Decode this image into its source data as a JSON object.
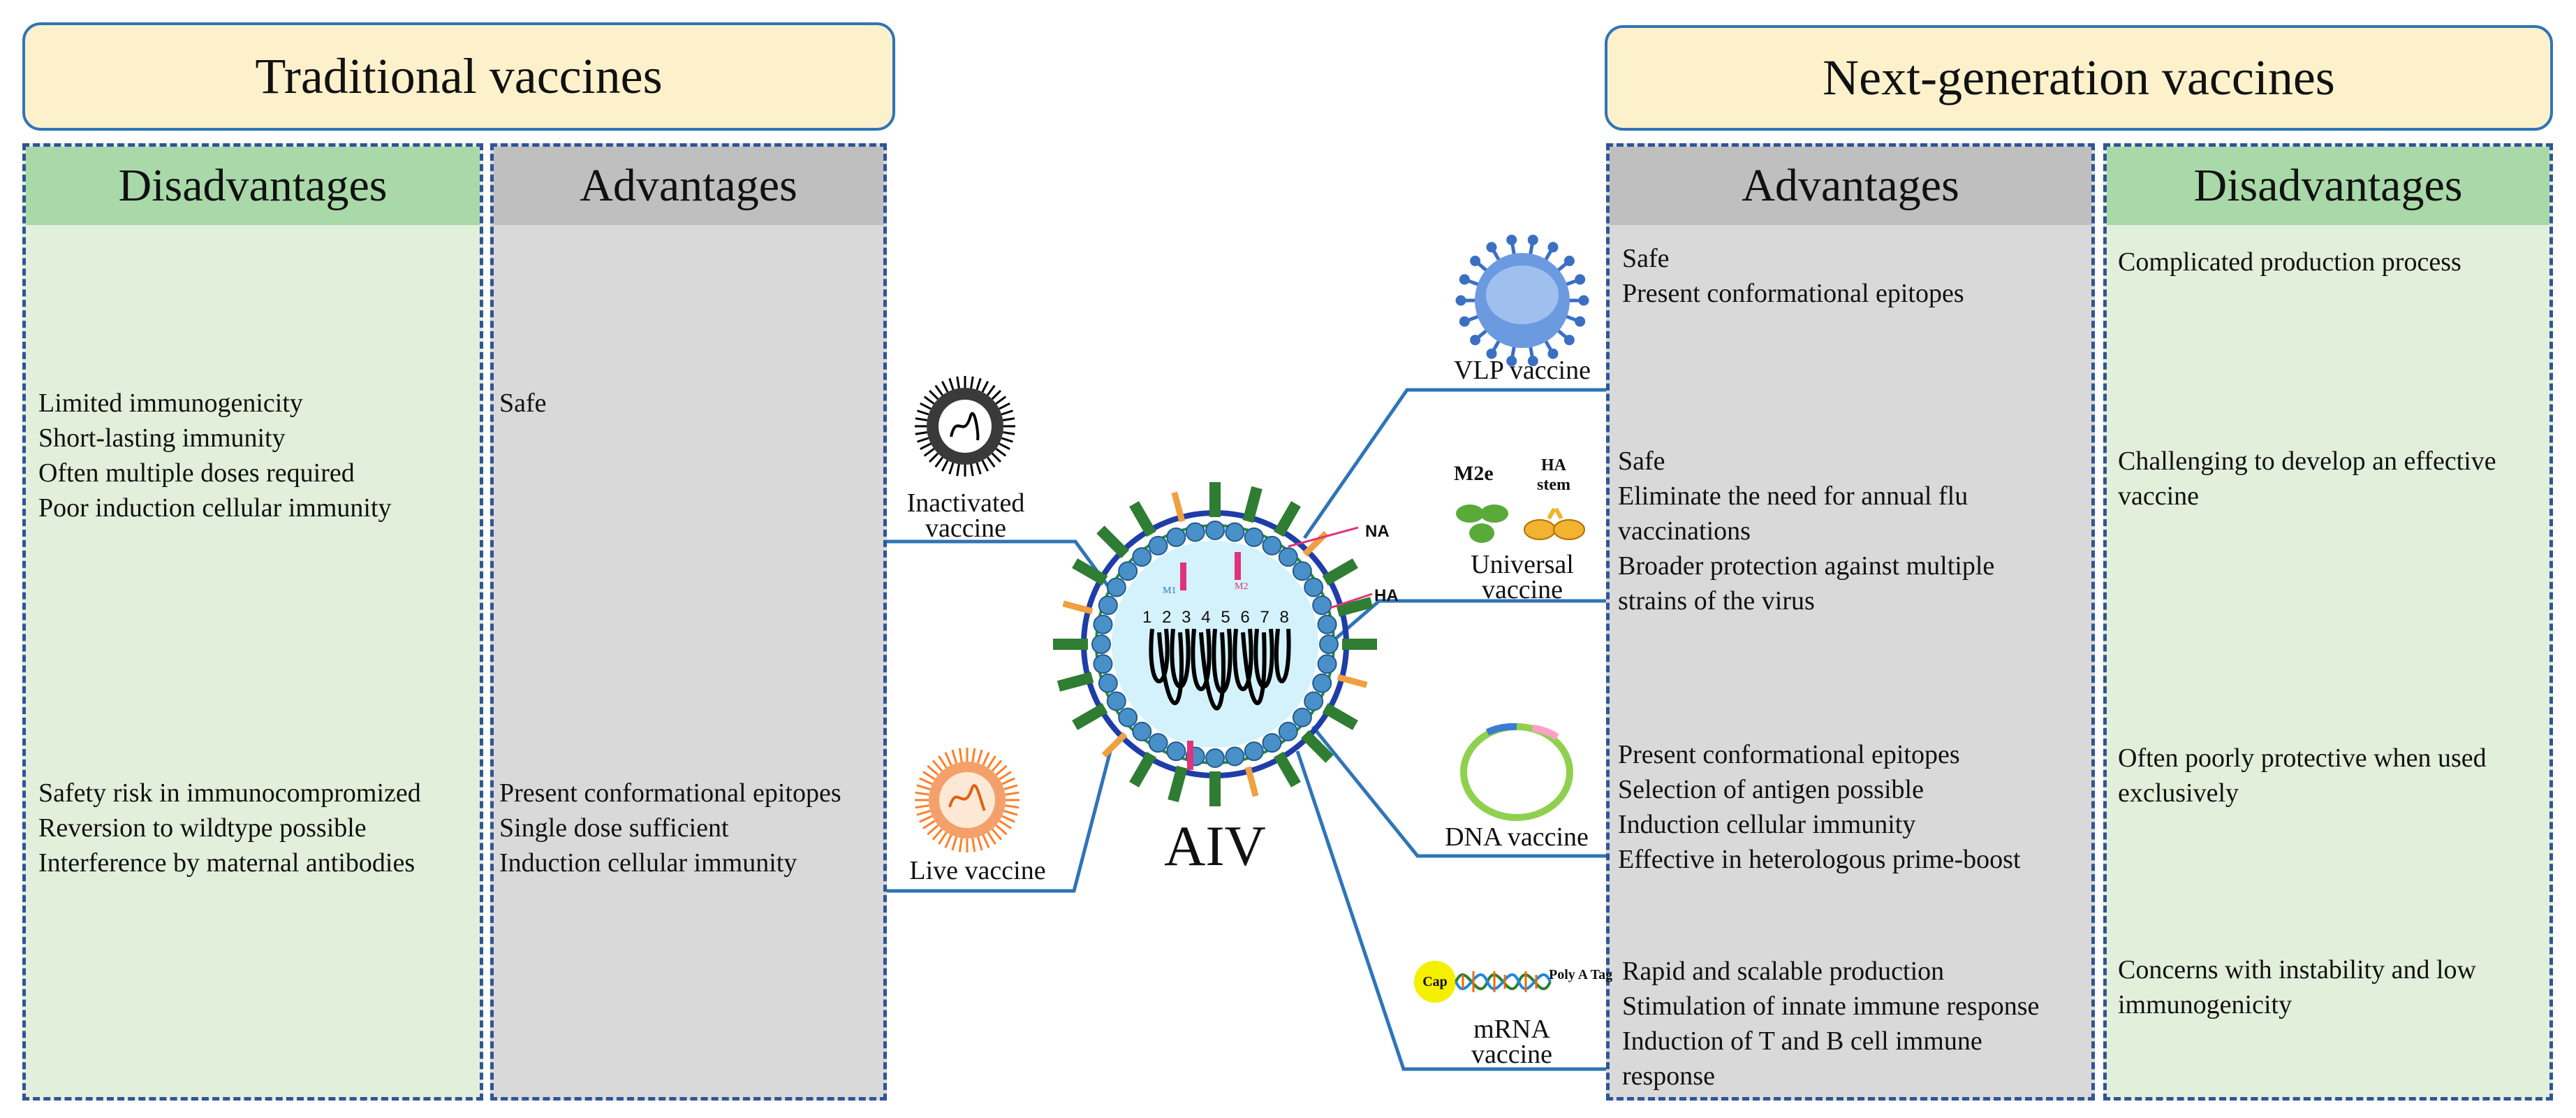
{
  "traditional": {
    "title": "Traditional vaccines",
    "disadvantages": {
      "heading": "Disadvantages",
      "group1": [
        "Limited immunogenicity",
        "Short-lasting immunity",
        "Often multiple doses required",
        "Poor induction cellular immunity"
      ],
      "group2": [
        "Safety risk in immunocompromized",
        "Reversion to wildtype possible",
        "Interference by maternal antibodies"
      ]
    },
    "advantages": {
      "heading": "Advantages",
      "group1": [
        "Safe"
      ],
      "group2": [
        "Present conformational epitopes",
        "Single dose sufficient",
        "Induction cellular  immunity"
      ]
    }
  },
  "next_generation": {
    "title": "Next-generation vaccines",
    "advantages": {
      "heading": "Advantages",
      "vlp": [
        "Safe",
        "Present conformational epitopes"
      ],
      "universal": [
        "Safe",
        "Eliminate the need for annual flu",
        "vaccinations",
        "Broader protection against multiple",
        "strains of the virus"
      ],
      "dna": [
        "Present conformational epitopes",
        "Selection of antigen possible",
        "Induction cellular immunity",
        "Effective in heterologous prime-boost"
      ],
      "mrna": [
        "Rapid and scalable production",
        "Stimulation of innate immune response",
        "Induction of T and B cell immune",
        "response"
      ]
    },
    "disadvantages": {
      "heading": "Disadvantages",
      "vlp": "Complicated production process",
      "universal": "Challenging to develop an effective vaccine",
      "dna": "Often poorly protective when used exclusively",
      "mrna": "Concerns with instability and low immunogenicity"
    }
  },
  "center": {
    "virus_label": "AIV",
    "na_label": "NA",
    "ha_label": "HA",
    "segment_numbers": [
      "1",
      "2",
      "3",
      "4",
      "5",
      "6",
      "7",
      "8"
    ],
    "m1_label": "M1",
    "m2_label": "M2"
  },
  "vaccine_labels": {
    "inactivated_1": "Inactivated",
    "inactivated_2": "vaccine",
    "live": "Live vaccine",
    "vlp": "VLP vaccine",
    "m2e": "M2e",
    "ha_stem_1": "HA",
    "ha_stem_2": "stem",
    "universal_1": "Universal",
    "universal_2": "vaccine",
    "dna": "DNA vaccine",
    "cap": "Cap",
    "poly_a": "Poly A Tag",
    "mrna_1": "mRNA",
    "mrna_2": "vaccine"
  },
  "colors": {
    "title_fill": "#fdf1cc",
    "border_blue": "#2e75b6",
    "dashed_blue": "#2f5597",
    "green_panel": "#e2efda",
    "green_head": "#a9d9a8",
    "grey_panel": "#d9d9d9",
    "grey_head": "#bfbfbf"
  }
}
